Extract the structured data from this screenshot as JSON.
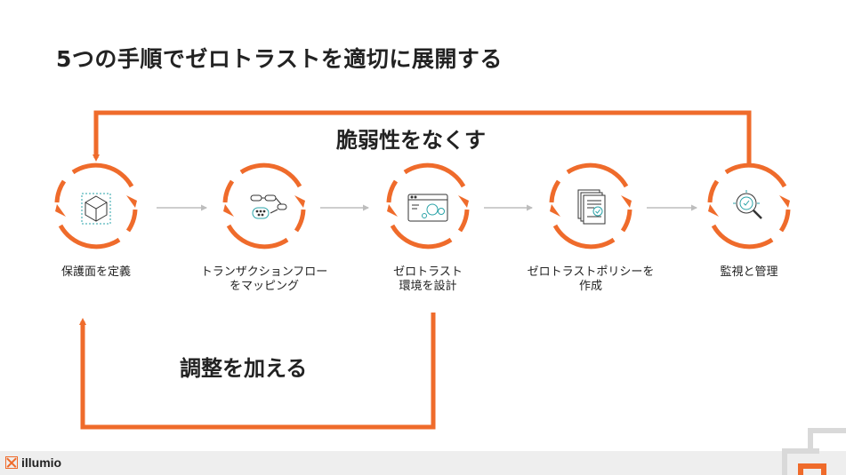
{
  "title": "5つの手順でゼロトラストを適切に展開する",
  "loops": {
    "top_label": "脆弱性をなくす",
    "bottom_label": "調整を加える"
  },
  "steps": [
    {
      "icon": "cube-icon",
      "lines": [
        "保護面を定義"
      ]
    },
    {
      "icon": "transaction-map-icon",
      "lines": [
        "トランザクションフロー",
        "をマッピング"
      ]
    },
    {
      "icon": "browser-window-icon",
      "lines": [
        "ゼロトラスト",
        "環境を設計"
      ]
    },
    {
      "icon": "policy-document-icon",
      "lines": [
        "ゼロトラストポリシーを",
        "作成"
      ]
    },
    {
      "icon": "magnifier-check-icon",
      "lines": [
        "監視と管理"
      ]
    }
  ],
  "footer": {
    "logo_text": "illumio"
  },
  "colors": {
    "accent": "#ef6b2b",
    "icon_teal": "#2aa3a8",
    "connector": "#bdbdbd"
  }
}
